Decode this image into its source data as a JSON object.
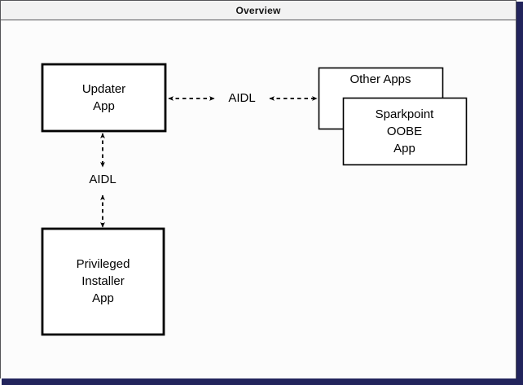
{
  "window": {
    "title": "Overview",
    "frame_color": "#22245c",
    "titlebar_bg": "#f2f2f2",
    "canvas_bg": "#fcfcfc"
  },
  "diagram": {
    "nodes": [
      {
        "id": "updater",
        "label": "Updater\nApp",
        "style": "thick-box"
      },
      {
        "id": "privileged",
        "label": "Privileged\nInstaller\nApp",
        "style": "thick-box"
      },
      {
        "id": "other",
        "label": "Other Apps",
        "style": "thin-box"
      },
      {
        "id": "sparkpoint",
        "label": "Sparkpoint\nOOBE\nApp",
        "style": "thin-box"
      }
    ],
    "edges": [
      {
        "id": "edge-updater-other",
        "label": "AIDL",
        "from": "updater",
        "to": "other",
        "style": "dashed",
        "arrows": "both",
        "orientation": "horizontal"
      },
      {
        "id": "edge-updater-privileged",
        "label": "AIDL",
        "from": "updater",
        "to": "privileged",
        "style": "dashed",
        "arrows": "both",
        "orientation": "vertical"
      }
    ]
  }
}
